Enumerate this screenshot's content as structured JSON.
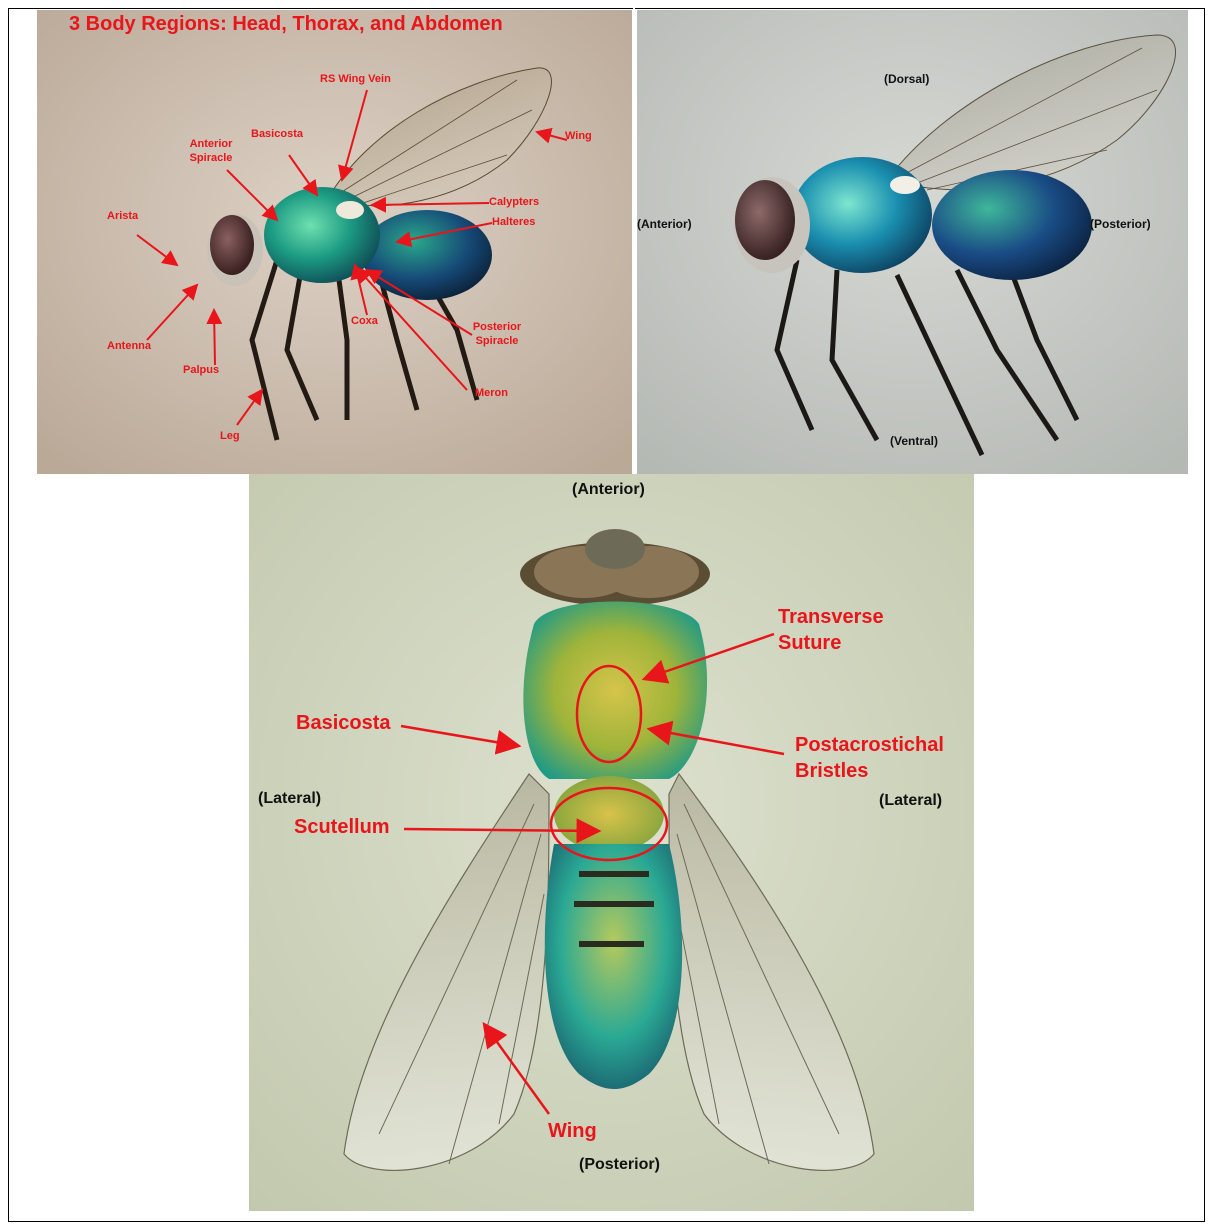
{
  "panel1": {
    "title": "3 Body Regions: Head, Thorax, and Abdomen",
    "labels": {
      "rs_wing_vein": "RS Wing Vein",
      "wing": "Wing",
      "anterior_spiracle": "Anterior Spiracle",
      "basicosta": "Basicosta",
      "arista": "Arista",
      "calypters": "Calypters",
      "halteres": "Halteres",
      "antenna": "Antenna",
      "palpus": "Palpus",
      "coxa": "Coxa",
      "posterior_spiracle": "Posterior Spiracle",
      "meron": "Meron",
      "leg": "Leg"
    }
  },
  "panel2": {
    "labels": {
      "dorsal": "(Dorsal)",
      "anterior": "(Anterior)",
      "posterior": "(Posterior)",
      "ventral": "(Ventral)"
    }
  },
  "panel3": {
    "labels": {
      "anterior": "(Anterior)",
      "transverse_suture": "Transverse Suture",
      "basicosta": "Basicosta",
      "postacrostichal_bristles": "Postacrostichal Bristles",
      "lateral_left": "(Lateral)",
      "lateral_right": "(Lateral)",
      "scutellum": "Scutellum",
      "wing": "Wing",
      "posterior": "(Posterior)"
    }
  },
  "colors": {
    "annotation_red": "#e8151b",
    "panel1_bg": "#cdbfb0",
    "panel2_bg": "#c6c9c5",
    "panel3_bg": "#d4d9c4",
    "fly_metallic_green": "#1f9a7a",
    "fly_metallic_blue": "#1b4f8c"
  }
}
